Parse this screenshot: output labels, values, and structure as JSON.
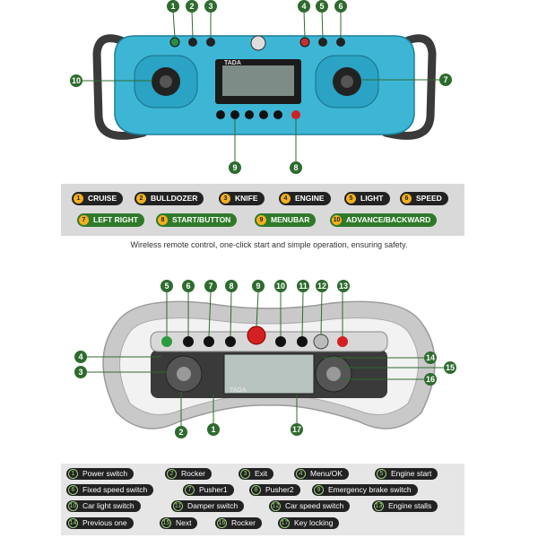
{
  "top_remote": {
    "brand": "TADA",
    "callouts": [
      "1",
      "2",
      "3",
      "4",
      "5",
      "6",
      "7",
      "8",
      "9",
      "10"
    ]
  },
  "legend1": [
    {
      "num": "1",
      "label": "CRUISE"
    },
    {
      "num": "2",
      "label": "BULLDOZER"
    },
    {
      "num": "3",
      "label": "KNIFE"
    },
    {
      "num": "4",
      "label": "ENGINE"
    },
    {
      "num": "5",
      "label": "LIGHT"
    },
    {
      "num": "6",
      "label": "SPEED"
    },
    {
      "num": "7",
      "label": "LEFT RIGHT"
    },
    {
      "num": "8",
      "label": "START/BUTTON"
    },
    {
      "num": "9",
      "label": "MENUBAR"
    },
    {
      "num": "10",
      "label": "ADVANCE/BACKWARD"
    }
  ],
  "tagline": "Wireless remote control, one-click start and simple operation, ensuring safety.",
  "bottom_remote": {
    "brand": "TADA",
    "callouts": [
      "1",
      "2",
      "3",
      "4",
      "5",
      "6",
      "7",
      "8",
      "9",
      "10",
      "11",
      "12",
      "13",
      "14",
      "15",
      "16",
      "17"
    ]
  },
  "legend2": [
    {
      "num": "1",
      "label": "Power switch"
    },
    {
      "num": "2",
      "label": "Rocker"
    },
    {
      "num": "3",
      "label": "Exit"
    },
    {
      "num": "4",
      "label": "Menu/OK"
    },
    {
      "num": "5",
      "label": "Engine start"
    },
    {
      "num": "6",
      "label": "Fixed speed switch"
    },
    {
      "num": "7",
      "label": "Pusher1"
    },
    {
      "num": "8",
      "label": "Pusher2"
    },
    {
      "num": "9",
      "label": "Emergency brake switch"
    },
    {
      "num": "10",
      "label": "Car light switch"
    },
    {
      "num": "11",
      "label": "Damper switch"
    },
    {
      "num": "12",
      "label": "Car speed switch"
    },
    {
      "num": "13",
      "label": "Engine stalls"
    },
    {
      "num": "14",
      "label": "Previous one"
    },
    {
      "num": "15",
      "label": "Next"
    },
    {
      "num": "16",
      "label": "Rocker"
    },
    {
      "num": "17",
      "label": "Key locking"
    }
  ]
}
